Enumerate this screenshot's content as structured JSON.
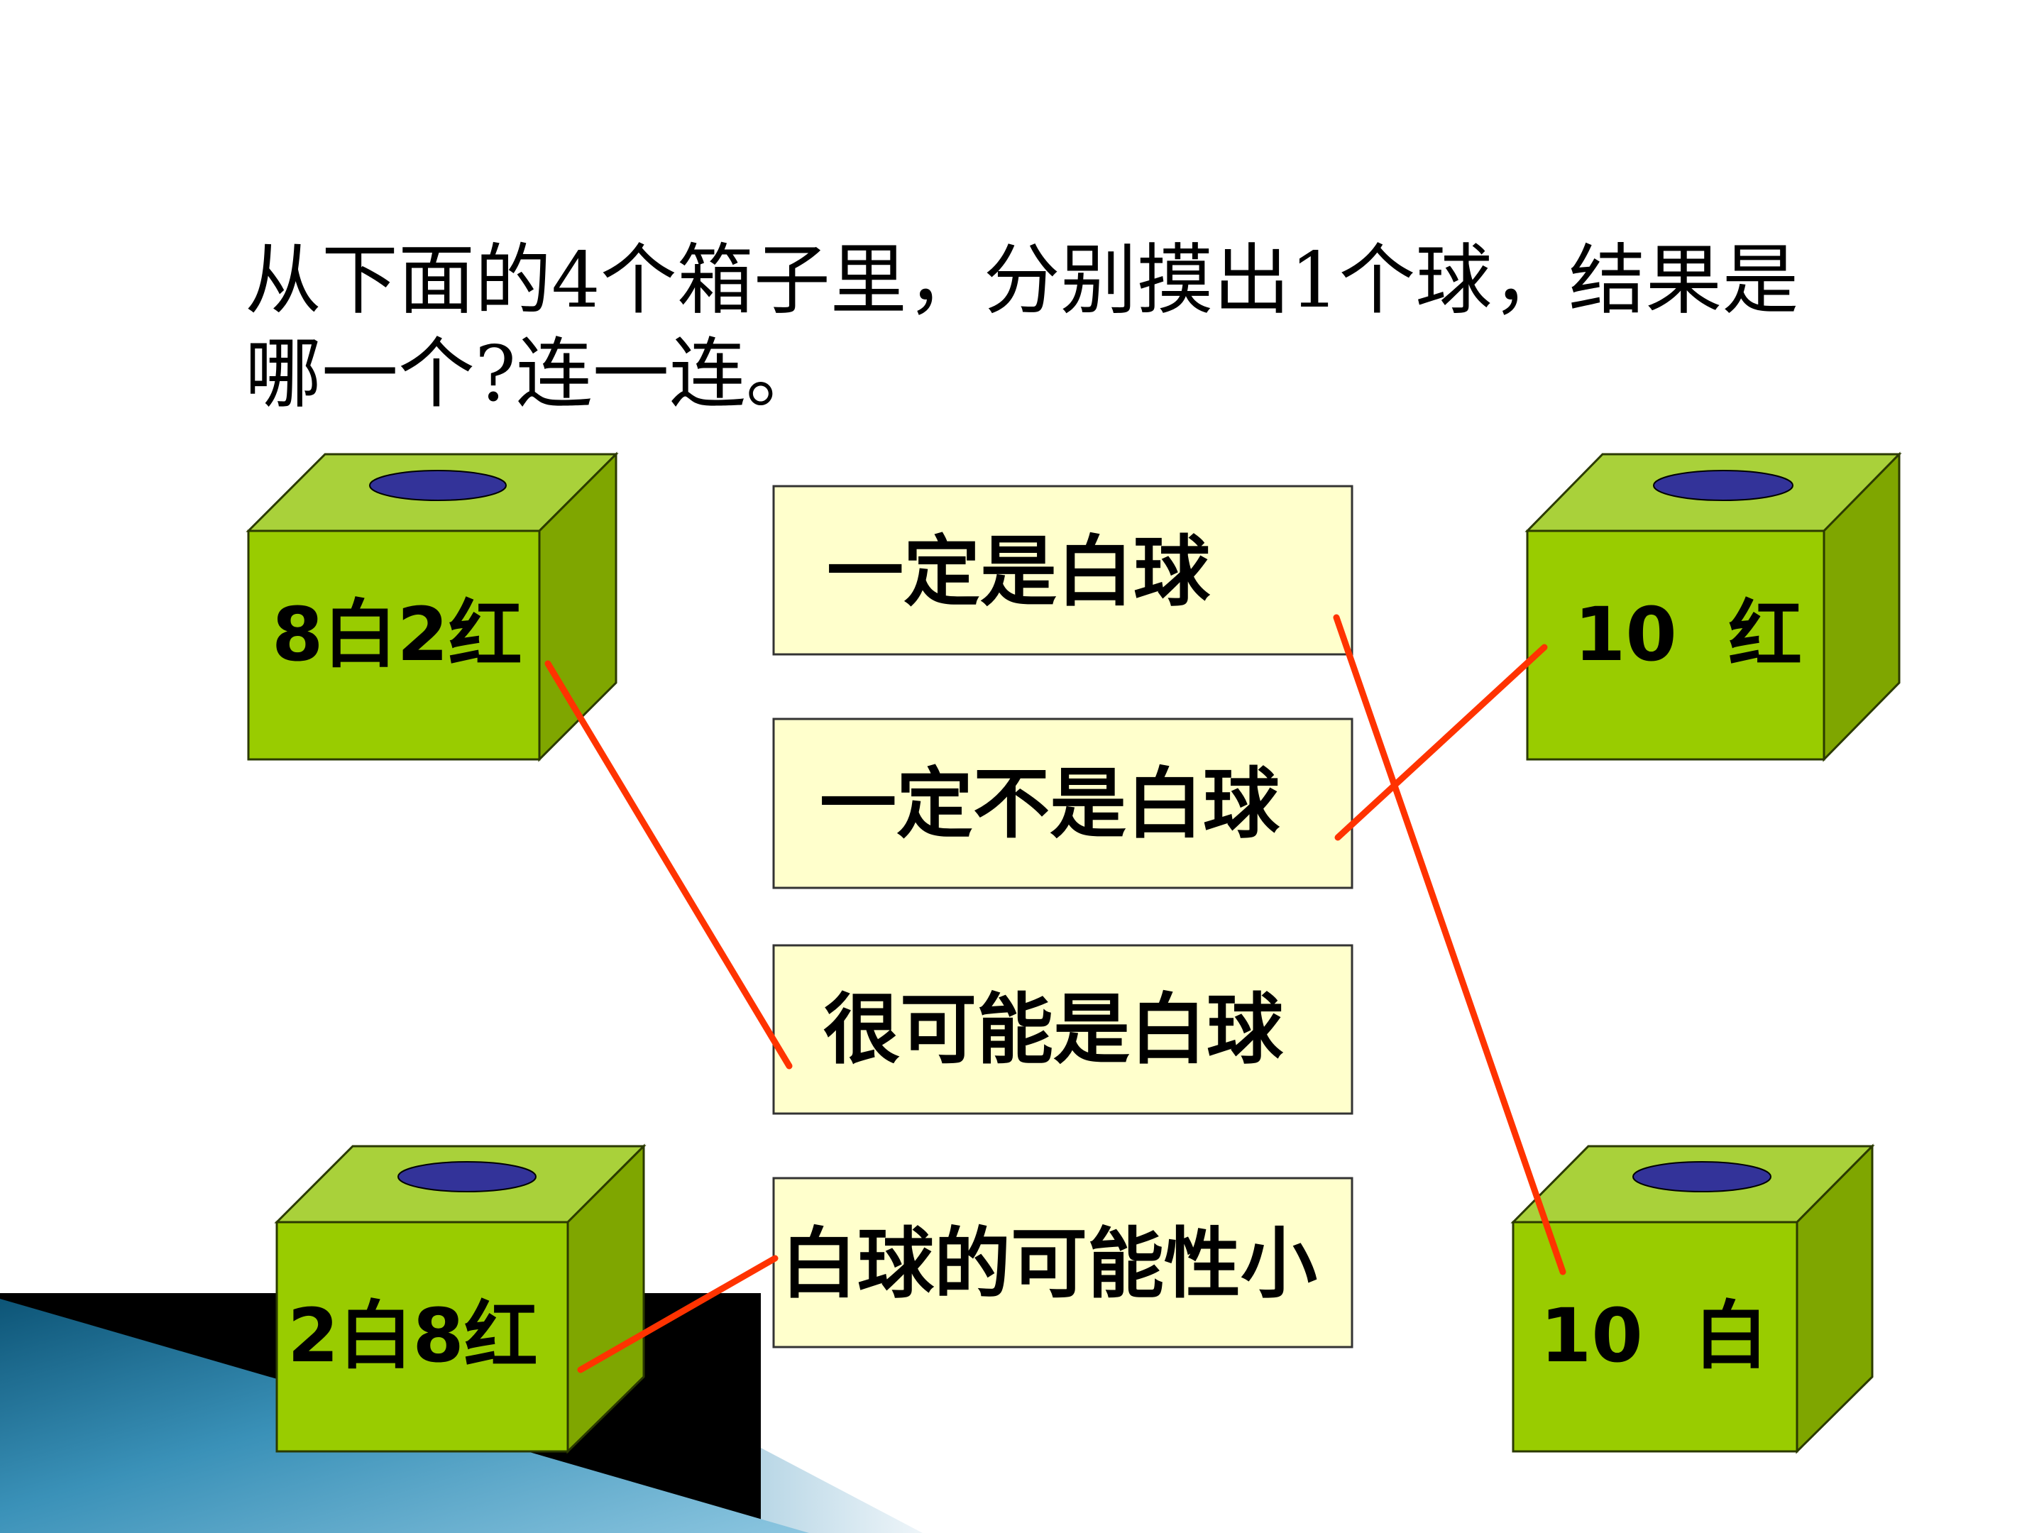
{
  "slide": {
    "question": {
      "line1": "从下面的4个箱子里，分别摸出1个球，结果是",
      "line2": "哪一个?连一连。"
    },
    "boxes": [
      {
        "label": "8白2红"
      },
      {
        "label": "10  红"
      },
      {
        "label": "2白8红"
      },
      {
        "label": "10  白"
      }
    ],
    "options": [
      {
        "label": "一定是白球"
      },
      {
        "label": "一定不是白球"
      },
      {
        "label": "很可能是白球"
      },
      {
        "label": "白球的可能性小"
      }
    ],
    "connections": [
      {
        "box": "8白2红",
        "option": "很可能是白球"
      },
      {
        "box": "10  红",
        "option": "一定不是白球"
      },
      {
        "box": "2白8红",
        "option": "白球的可能性小"
      },
      {
        "box": "10  白",
        "option": "一定是白球"
      }
    ]
  },
  "colors": {
    "box_front": "#99cc00",
    "box_top": "#a9d13a",
    "box_side": "#7fa600",
    "box_outline": "#2b3a00",
    "hole": "#333399",
    "option_fill": "#ffffcc",
    "line": "#ff3300",
    "banner_dark": "#000000",
    "banner_blue": "#3a91b8",
    "banner_light": "#d8e7f0"
  }
}
